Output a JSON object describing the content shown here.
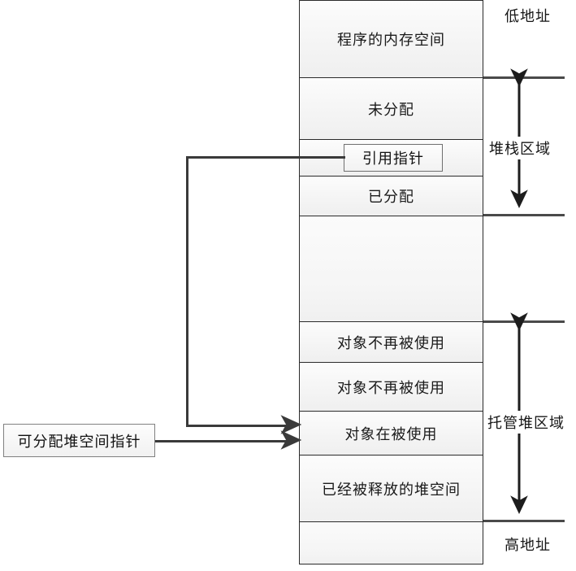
{
  "diagram": {
    "title_row": "程序的内存空间",
    "memory_rows": [
      {
        "id": "program-memory-space",
        "label": "程序的内存空间"
      },
      {
        "id": "unallocated",
        "label": "未分配"
      },
      {
        "id": "ref-pointer-row",
        "label": ""
      },
      {
        "id": "allocated",
        "label": "已分配"
      },
      {
        "id": "gap",
        "label": ""
      },
      {
        "id": "object-unused-1",
        "label": "对象不再被使用"
      },
      {
        "id": "object-unused-2",
        "label": "对象不再被使用"
      },
      {
        "id": "object-in-use",
        "label": "对象在被使用"
      },
      {
        "id": "freed-heap-space",
        "label": "已经被释放的堆空间"
      },
      {
        "id": "bottom-blank",
        "label": ""
      }
    ],
    "ref_pointer_box": "引用指针",
    "alloc_pointer_box": "可分配堆空间指针",
    "regions": [
      {
        "id": "stack-region",
        "label": "堆栈区域"
      },
      {
        "id": "managed-heap-region",
        "label": "托管堆区域"
      }
    ],
    "addresses": {
      "low": "低地址",
      "high": "高地址"
    },
    "colors": {
      "border": "#2b2b2b",
      "stroke": "#3a3a3a",
      "row_fill": "#f5f5f5",
      "text": "#161616"
    },
    "icons": {
      "double_arrow": "double-headed-arrow",
      "pointer_arrow": "arrow-right"
    }
  }
}
